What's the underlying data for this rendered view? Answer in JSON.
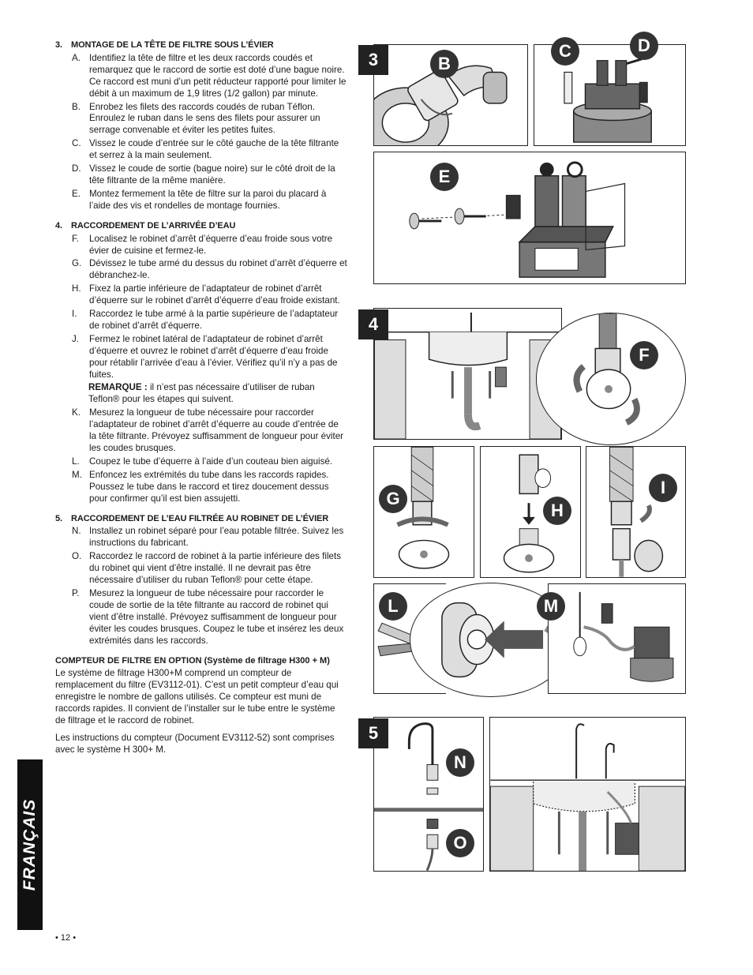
{
  "sections": [
    {
      "number": "3.",
      "title": "MONTAGE DE LA TÊTE DE FILTRE SOUS L’ÉVIER",
      "items": [
        {
          "letter": "A.",
          "text": "Identifiez la tête de filtre et les deux raccords coudés et remarquez que le raccord de sortie est doté d’une bague noire.  Ce raccord est muni d’un petit réducteur rapporté pour limiter le débit à un maximum de 1,9 litres (1/2 gallon) par minute."
        },
        {
          "letter": "B.",
          "text": "Enrobez les filets des raccords coudés de ruban Téflon. Enroulez le ruban dans le sens des filets pour assurer un serrage convenable et éviter les petites fuites."
        },
        {
          "letter": "C.",
          "text": "Vissez le coude d’entrée sur le côté gauche de la tête filtrante et serrez à la main seulement."
        },
        {
          "letter": "D.",
          "text": "Vissez le coude de sortie (bague noire) sur le côté droit de la tête filtrante de la même manière."
        },
        {
          "letter": "E.",
          "text": "Montez fermement la tête de filtre sur la paroi du placard à l’aide des vis et rondelles de montage fournies."
        }
      ]
    },
    {
      "number": "4.",
      "title": "RACCORDEMENT DE L’ARRIVÉE D’EAU",
      "items": [
        {
          "letter": "F.",
          "text": "Localisez le robinet d’arrêt d’équerre d’eau froide sous votre évier de cuisine et fermez-le."
        },
        {
          "letter": "G.",
          "text": "Dévissez le tube armé du dessus du robinet d’arrêt d’équerre et débranchez-le."
        },
        {
          "letter": "H.",
          "text": "Fixez la partie inférieure de l’adaptateur de robinet d’arrêt d’équerre sur le robinet d’arrêt d’équerre d’eau froide existant."
        },
        {
          "letter": "I.",
          "text": "Raccordez le tube armé à la partie supérieure de l’adaptateur de robinet d’arrêt d’équerre."
        },
        {
          "letter": "J.",
          "text": "Fermez le robinet latéral de l’adaptateur de robinet d’arrêt d’équerre et ouvrez le robinet d’arrêt d’équerre d’eau froide pour rétablir l’arrivée d’eau à l’évier.  Vérifiez qu’il n’y a pas de fuites."
        },
        {
          "letter": "K.",
          "text": "Mesurez la longueur de tube nécessaire pour raccorder l’adaptateur de robinet d’arrêt d’équerre au coude d’entrée de la tête filtrante.  Prévoyez suffisamment de longueur pour éviter les coudes brusques."
        },
        {
          "letter": "L.",
          "text": "Coupez le tube d’équerre à l’aide d’un couteau bien aiguisé."
        },
        {
          "letter": "M.",
          "text": "Enfoncez les extrémités du tube dans les raccords rapides. Poussez le tube dans le raccord et tirez doucement dessus pour confirmer qu’il est bien assujetti."
        }
      ],
      "remark": {
        "label": "REMARQUE :",
        "text": " il n’est pas nécessaire d’utiliser de ruban Teflon® pour les étapes qui suivent."
      }
    },
    {
      "number": "5.",
      "title": "RACCORDEMENT DE L’EAU FILTRÉE AU ROBINET DE L’ÉVIER",
      "items": [
        {
          "letter": "N.",
          "text": "Installez un robinet séparé pour l’eau potable filtrée. Suivez les instructions du fabricant."
        },
        {
          "letter": "O.",
          "text": "Raccordez le raccord de robinet à la partie inférieure des filets du robinet qui vient d’être installé.  Il ne devrait pas être nécessaire d’utiliser du ruban Teflon® pour cette étape."
        },
        {
          "letter": "P.",
          "text": "Mesurez la longueur de tube nécessaire pour raccorder le coude de sortie de la tête filtrante au raccord de robinet qui vient d’être installé. Prévoyez suffisamment de longueur pour éviter les coudes brusques.  Coupez le tube et insérez les deux extrémités dans les raccords."
        }
      ]
    }
  ],
  "optional": {
    "title": "COMPTEUR DE FILTRE EN OPTION (Système de filtrage H300 + M)",
    "paragraphs": [
      "Le système de filtrage H300+M comprend un compteur de remplacement du filtre (EV3112-01). C’est un petit compteur d’eau qui enregistre le nombre de gallons utilisés.  Ce compteur est muni de raccords rapides.  Il convient de l’installer sur le tube entre le système de filtrage et le raccord de robinet.",
      "Les instructions du compteur (Document EV3112-52) sont comprises avec le système H 300+ M."
    ]
  },
  "sidebar_label": "FRANÇAIS",
  "page_number": "• 12 •",
  "figure": {
    "steps": [
      "3",
      "4",
      "5"
    ],
    "callouts": [
      "B",
      "C",
      "D",
      "E",
      "F",
      "G",
      "H",
      "I",
      "L",
      "M",
      "N",
      "O"
    ]
  },
  "colors": {
    "ink": "#222222",
    "sidebar": "#111111",
    "gray": "#9a9a9a",
    "light_gray": "#d4d4d4"
  }
}
